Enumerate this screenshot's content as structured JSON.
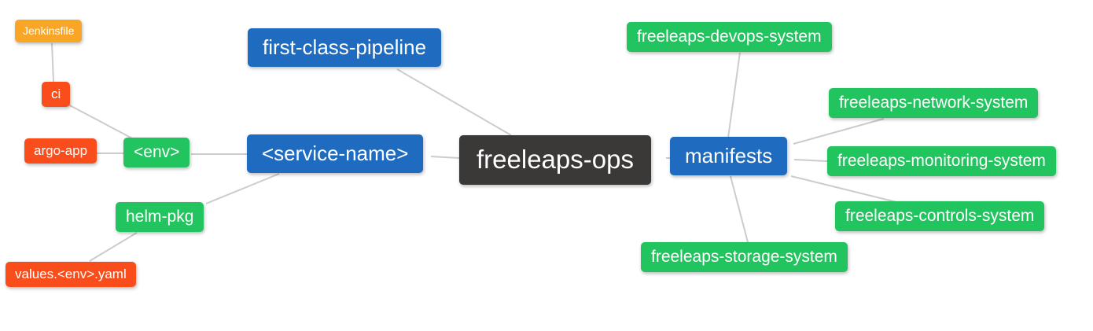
{
  "diagram": {
    "type": "mindmap",
    "root": "freeleaps-ops",
    "hierarchy": {
      "freeleaps-ops": [
        "first-class-pipeline",
        "<service-name>",
        "manifests"
      ],
      "<service-name>": [
        "<env>",
        "helm-pkg"
      ],
      "<env>": [
        "ci",
        "argo-app"
      ],
      "ci": [
        "Jenkinsfile"
      ],
      "helm-pkg": [
        "values.<env>.yaml"
      ],
      "manifests": [
        "freeleaps-devops-system",
        "freeleaps-network-system",
        "freeleaps-monitoring-system",
        "freeleaps-controls-system",
        "freeleaps-storage-system"
      ]
    },
    "edges": [
      {
        "from": "Jenkinsfile",
        "to": "ci"
      },
      {
        "from": "ci",
        "to": "<env>"
      },
      {
        "from": "argo-app",
        "to": "<env>"
      },
      {
        "from": "<env>",
        "to": "<service-name>"
      },
      {
        "from": "helm-pkg",
        "to": "<service-name>"
      },
      {
        "from": "values.<env>.yaml",
        "to": "helm-pkg"
      },
      {
        "from": "first-class-pipeline",
        "to": "freeleaps-ops"
      },
      {
        "from": "<service-name>",
        "to": "freeleaps-ops"
      },
      {
        "from": "freeleaps-ops",
        "to": "manifests"
      },
      {
        "from": "manifests",
        "to": "freeleaps-devops-system"
      },
      {
        "from": "manifests",
        "to": "freeleaps-network-system"
      },
      {
        "from": "manifests",
        "to": "freeleaps-monitoring-system"
      },
      {
        "from": "manifests",
        "to": "freeleaps-controls-system"
      },
      {
        "from": "manifests",
        "to": "freeleaps-storage-system"
      }
    ]
  },
  "nodes": {
    "freeleaps_ops": {
      "label": "freeleaps-ops",
      "color": "#3b3838"
    },
    "first_class_pipeline": {
      "label": "first-class-pipeline",
      "color": "#1e6bc0"
    },
    "service_name": {
      "label": "<service-name>",
      "color": "#1e6bc0"
    },
    "manifests": {
      "label": "manifests",
      "color": "#1e6bc0"
    },
    "env": {
      "label": "<env>",
      "color": "#21c45e"
    },
    "helm_pkg": {
      "label": "helm-pkg",
      "color": "#21c45e"
    },
    "devops_system": {
      "label": "freeleaps-devops-system",
      "color": "#21c45e"
    },
    "network_system": {
      "label": "freeleaps-network-system",
      "color": "#21c45e"
    },
    "monitoring_system": {
      "label": "freeleaps-monitoring-system",
      "color": "#21c45e"
    },
    "controls_system": {
      "label": "freeleaps-controls-system",
      "color": "#21c45e"
    },
    "storage_system": {
      "label": "freeleaps-storage-system",
      "color": "#21c45e"
    },
    "ci": {
      "label": "ci",
      "color": "#f94d1c"
    },
    "argo_app": {
      "label": "argo-app",
      "color": "#f94d1c"
    },
    "values_yaml": {
      "label": "values.<env>.yaml",
      "color": "#f94d1c"
    },
    "jenkinsfile": {
      "label": "Jenkinsfile",
      "color": "#f9a525"
    }
  },
  "palette": {
    "root_node": "#3b3838",
    "branch_node": "#1e6bc0",
    "green_node": "#21c45e",
    "red_node": "#f94d1c",
    "orange_node": "#f9a525",
    "edge": "#cccccc",
    "text": "#ffffff",
    "background": "#ffffff"
  }
}
